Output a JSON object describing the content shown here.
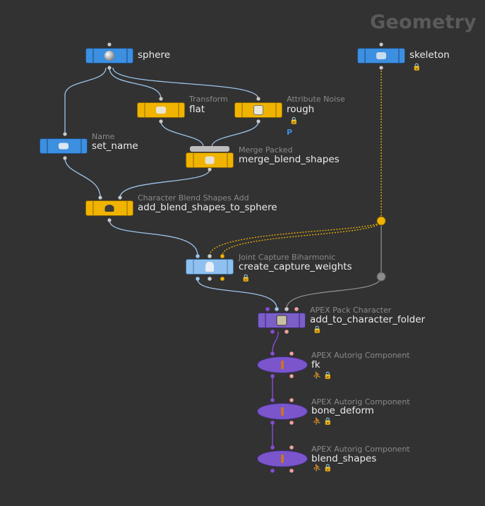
{
  "network": {
    "context_label": "Geometry"
  },
  "nodes": {
    "sphere": {
      "name": "sphere",
      "type": "",
      "icon": "sphere-icon"
    },
    "skeleton": {
      "name": "skeleton",
      "type": "",
      "icon": "skeleton-icon",
      "flags": [
        "lock-icon"
      ]
    },
    "flat": {
      "name": "flat",
      "type": "Transform",
      "icon": "transform-icon"
    },
    "rough": {
      "name": "rough",
      "type": "Attribute Noise",
      "icon": "noise-icon",
      "flags": [
        "lock-icon"
      ],
      "p_flag": "P"
    },
    "set_name": {
      "name": "set_name",
      "type": "Name",
      "icon": "name-icon"
    },
    "merge": {
      "name": "merge_blend_shapes",
      "type": "Merge Packed",
      "icon": "merge-icon"
    },
    "blendadd": {
      "name": "add_blend_shapes_to_sphere",
      "type": "Character Blend Shapes Add",
      "icon": "blendshape-icon"
    },
    "capture": {
      "name": "create_capture_weights",
      "type": "Joint Capture Biharmonic",
      "icon": "capture-icon",
      "flags": [
        "lock-icon"
      ]
    },
    "pack": {
      "name": "add_to_character_folder",
      "type": "APEX Pack Character",
      "icon": "pack-icon",
      "flags": [
        "lock-icon"
      ]
    },
    "fk": {
      "name": "fk",
      "type": "APEX Autorig Component",
      "icon": "autorig-icon",
      "flags": [
        "rig-icon",
        "lock-icon"
      ]
    },
    "bone_deform": {
      "name": "bone_deform",
      "type": "APEX Autorig Component",
      "icon": "autorig-icon",
      "flags": [
        "rig-icon",
        "lock-icon"
      ]
    },
    "blend_shapes": {
      "name": "blend_shapes",
      "type": "APEX Autorig Component",
      "icon": "autorig-icon",
      "flags": [
        "rig-icon",
        "lock-icon"
      ]
    }
  },
  "colors": {
    "background": "#323232",
    "wire": "#9cc4ea",
    "wire_dotted": "#f0b400",
    "wire_gray": "#8c8c8c",
    "wire_purple": "#8a4bd8"
  }
}
